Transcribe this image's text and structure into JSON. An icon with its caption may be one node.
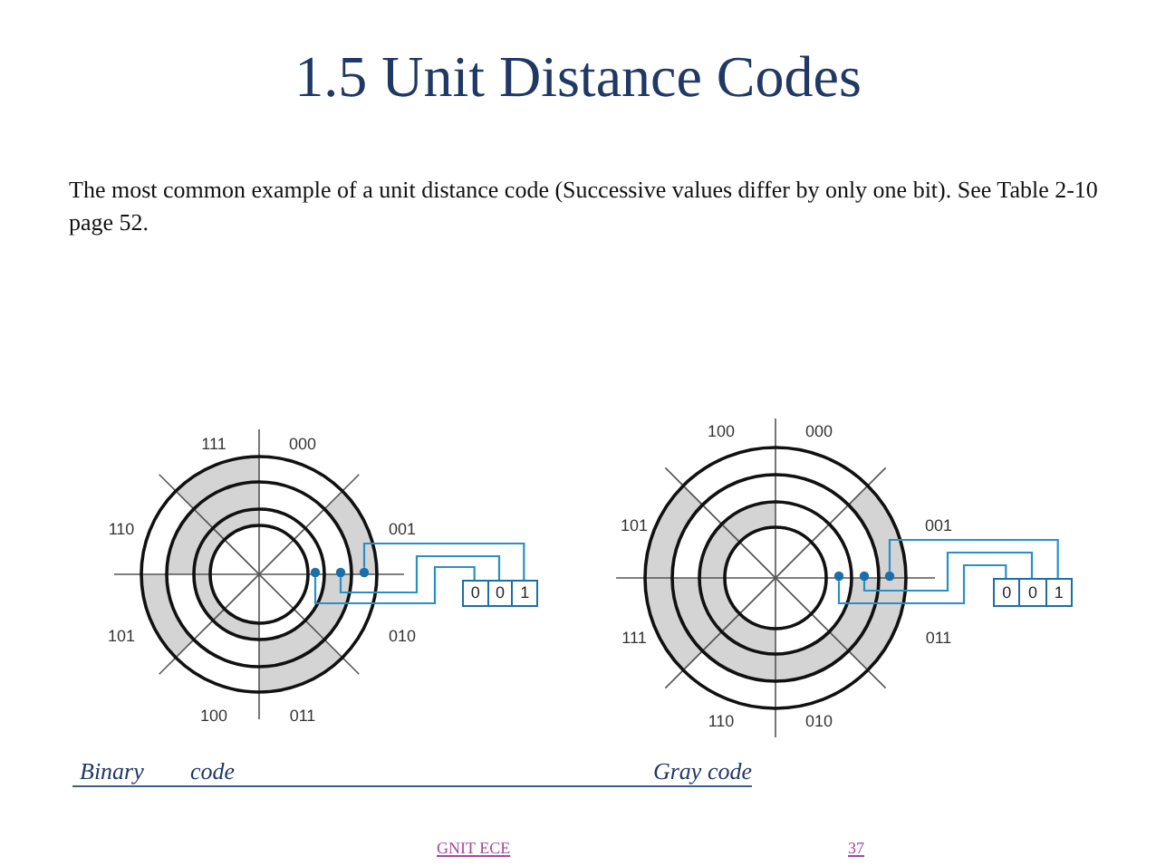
{
  "diagram": {
    "title": "1.5 Unit Distance Codes",
    "nodes": [
      {
        "text": [],
        "shape": "circle"
      },
      {
        "text": [],
        "shape": "circle"
      },
      {
        "text": [],
        "shape": "circle"
      },
      {
        "text": [
          "0"
        ]
      },
      {
        "text": [
          "0"
        ]
      },
      {
        "text": [
          "1"
        ]
      },
      {
        "text": [],
        "shape": "circle"
      },
      {
        "text": [],
        "shape": "circle"
      },
      {
        "text": [],
        "shape": "circle"
      },
      {
        "text": [
          "0"
        ]
      },
      {
        "text": [
          "0"
        ]
      },
      {
        "text": [
          "1"
        ]
      }
    ],
    "edges": [
      {
        "from": 0,
        "to": 3,
        "arrow": "none"
      },
      {
        "from": 1,
        "to": 4,
        "arrow": "none"
      },
      {
        "from": 2,
        "to": 5,
        "arrow": "none"
      },
      {
        "from": 6,
        "to": 9,
        "arrow": "none"
      },
      {
        "from": 7,
        "to": 10,
        "arrow": "none"
      },
      {
        "from": 8,
        "to": 11,
        "arrow": "none"
      }
    ],
    "labels": [
      "The most common example of a unit distance code (Successive values differ by only one bit). See Table 2-10 page 52.",
      "111",
      "000",
      "110",
      "001",
      "101",
      "010",
      "100",
      "011",
      "100",
      "000",
      "101",
      "001",
      "111",
      "011",
      "110",
      "010",
      "Binary",
      "code",
      "Gray code",
      "GNIT ECE",
      "37"
    ]
  }
}
